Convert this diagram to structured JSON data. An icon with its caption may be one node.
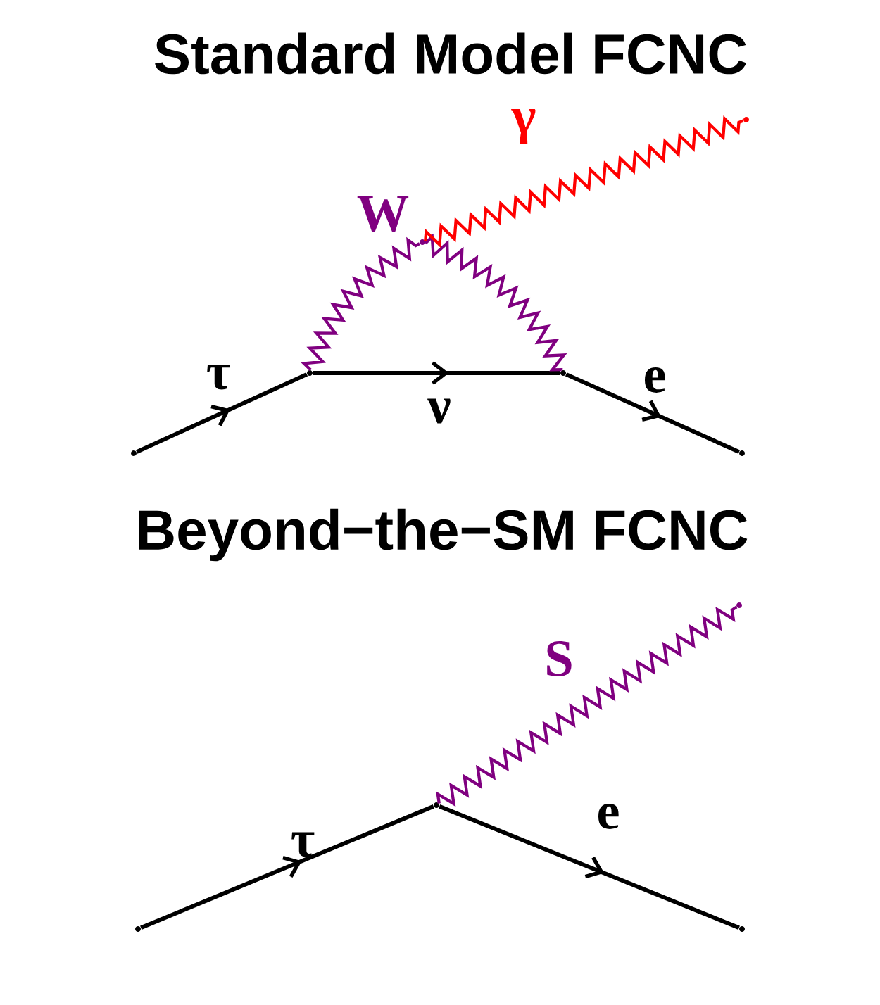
{
  "diagram": {
    "nodes": [
      {
        "text": [],
        "shape": "point"
      },
      {
        "text": [],
        "shape": "point"
      },
      {
        "text": [],
        "shape": "point"
      },
      {
        "text": [],
        "shape": "point"
      },
      {
        "text": [],
        "shape": "point"
      },
      {
        "text": [],
        "shape": "point"
      },
      {
        "text": [],
        "shape": "point"
      },
      {
        "text": [],
        "shape": "point"
      },
      {
        "text": [],
        "shape": "point"
      },
      {
        "text": [],
        "shape": "point"
      }
    ],
    "edges": [
      {
        "from": 0,
        "to": 1,
        "arrow": "to",
        "label": "τ"
      },
      {
        "from": 1,
        "to": 2,
        "arrow": "to",
        "label": "ν"
      },
      {
        "from": 2,
        "to": 3,
        "arrow": "to",
        "label": "e"
      },
      {
        "from": 1,
        "to": 4,
        "arrow": "none",
        "label": "W",
        "color": "#800080"
      },
      {
        "from": 4,
        "to": 2,
        "arrow": "none",
        "color": "#800080"
      },
      {
        "from": 4,
        "to": 5,
        "arrow": "none",
        "label": "γ",
        "color": "#ff0000"
      },
      {
        "from": 6,
        "to": 7,
        "arrow": "to",
        "label": "τ"
      },
      {
        "from": 7,
        "to": 8,
        "arrow": "to",
        "label": "e"
      },
      {
        "from": 7,
        "to": 9,
        "arrow": "none",
        "label": "S",
        "color": "#800080"
      }
    ],
    "labels": [
      "Standard Model FCNC",
      "Beyond−the−SM FCNC"
    ]
  }
}
